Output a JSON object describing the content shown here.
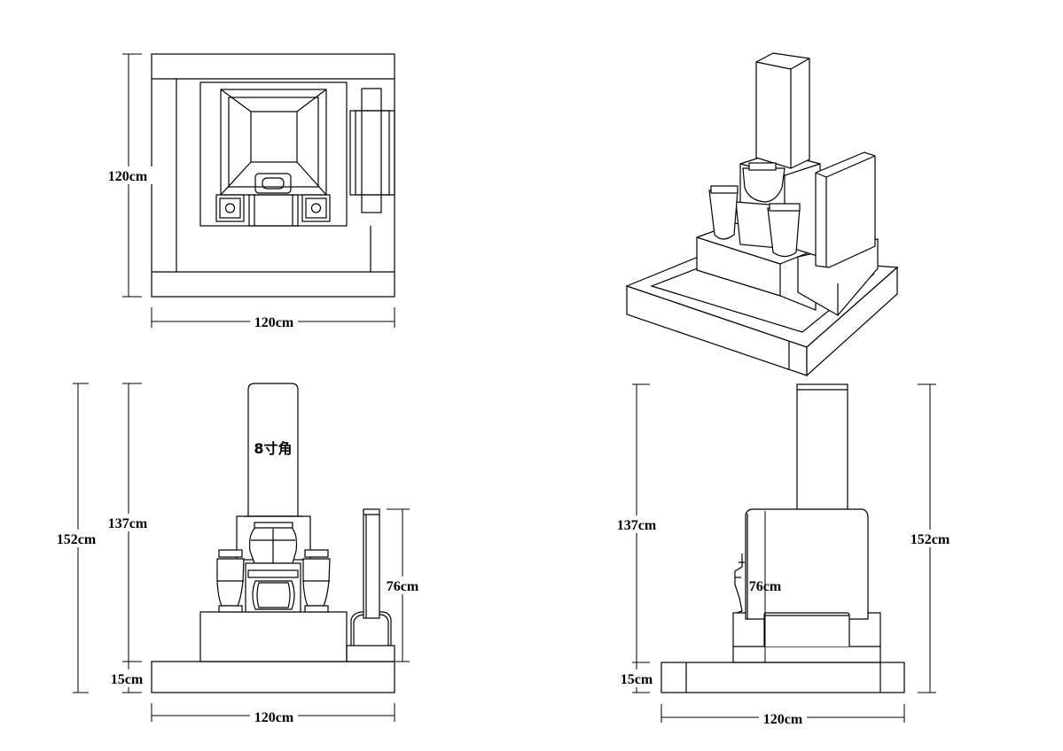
{
  "plan_view": {
    "width_label": "120cm",
    "depth_label": "120cm"
  },
  "front_view": {
    "total_height_label": "152cm",
    "upper_height_label": "137cm",
    "base_height_label": "15cm",
    "boshi_height_label": "76cm",
    "width_label": "120cm",
    "pillar_size_label": "8寸角"
  },
  "side_view": {
    "total_height_label": "152cm",
    "upper_height_label": "137cm",
    "base_height_label": "15cm",
    "boshi_height_label": "76cm",
    "width_label": "120cm"
  }
}
